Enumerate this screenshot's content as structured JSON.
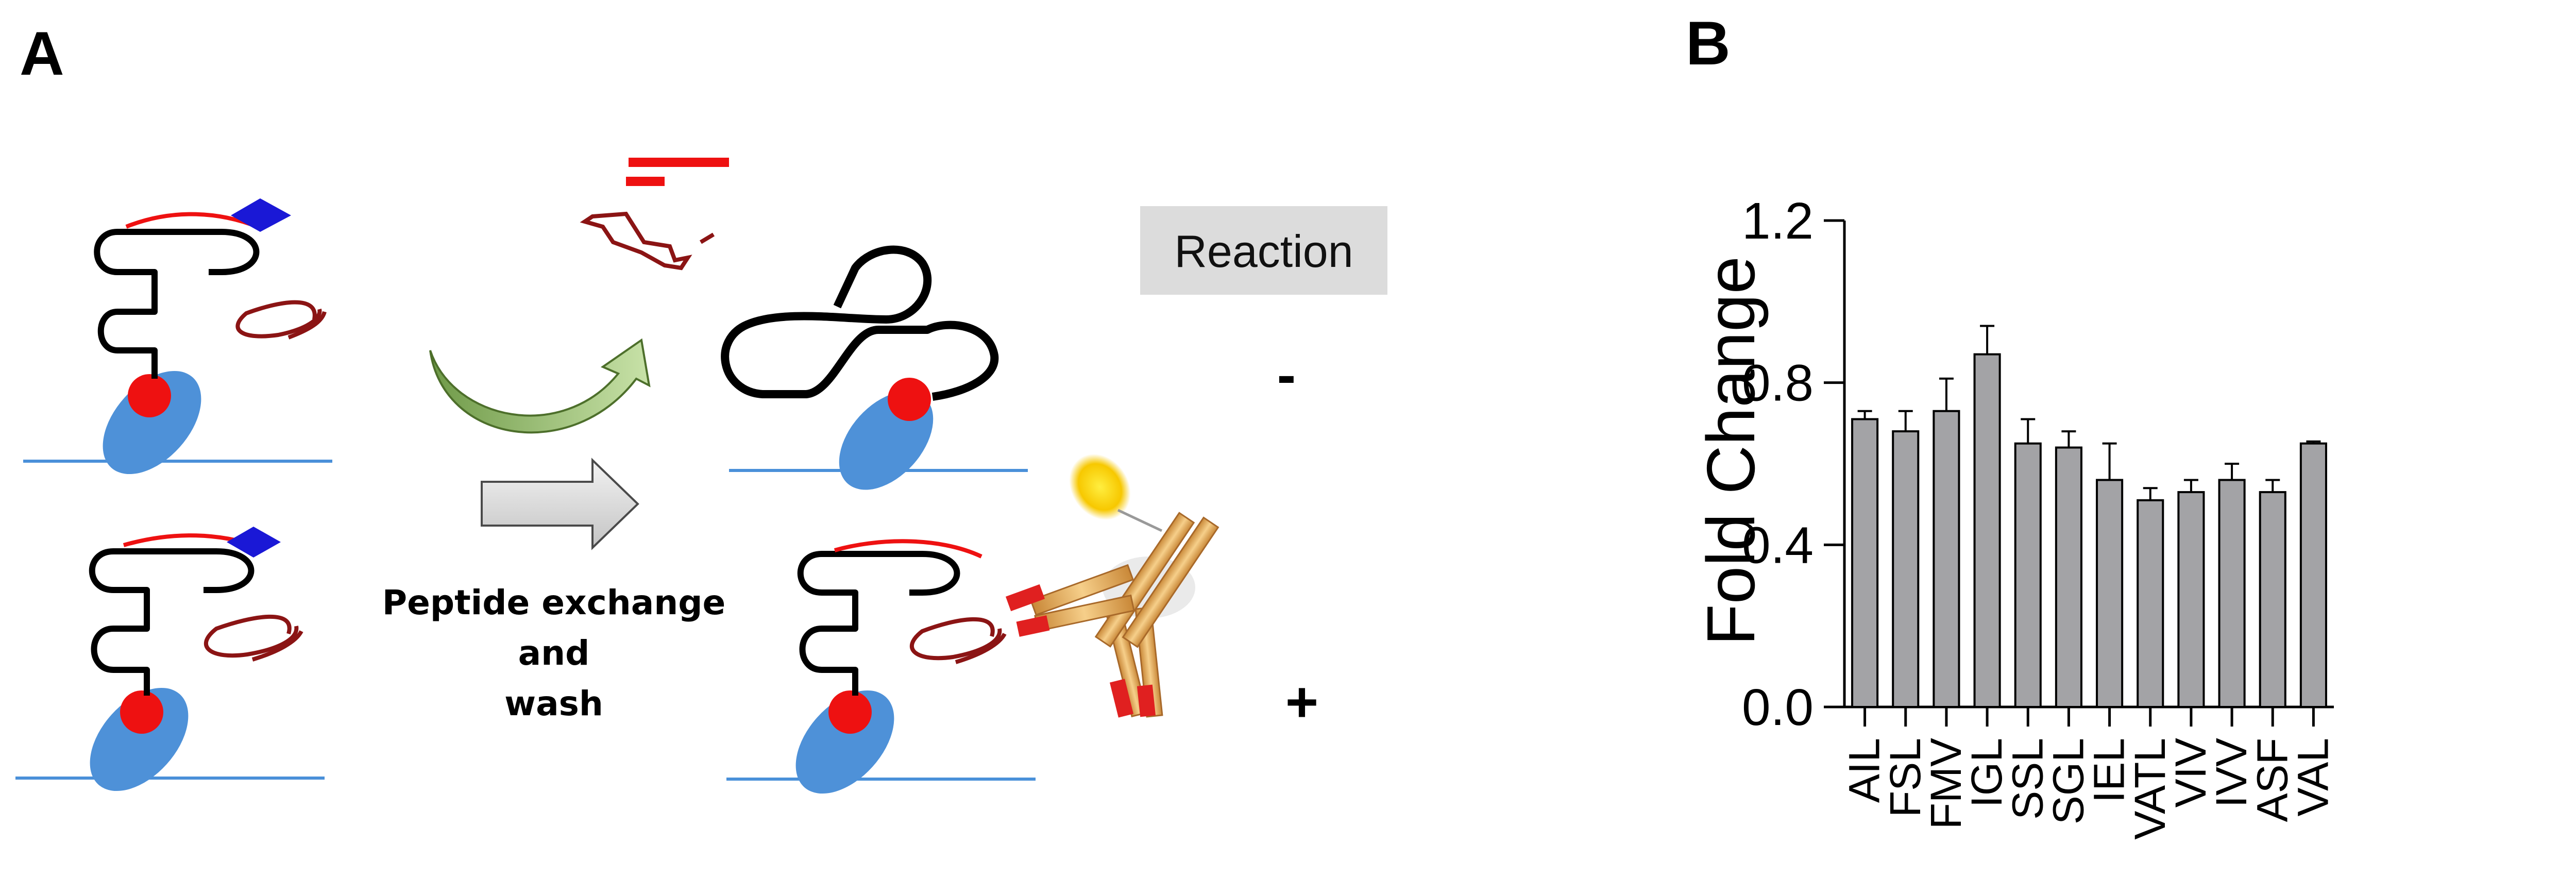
{
  "panel_a": {
    "label": "A",
    "step_text": [
      "Peptide exchange",
      "and",
      "wash"
    ],
    "reaction_header": "Reaction",
    "minus_sign": "-",
    "plus_sign": "+"
  },
  "panel_b": {
    "label": "B"
  },
  "chart_data": {
    "type": "bar",
    "title": "",
    "xlabel": "",
    "ylabel": "Fold Change",
    "categories": [
      "AIL",
      "FSL",
      "FMV",
      "IGL",
      "SSL",
      "SGL",
      "IEL",
      "VATL",
      "VIV",
      "IVV",
      "ASF",
      "VAL"
    ],
    "values": [
      0.71,
      0.68,
      0.73,
      0.87,
      0.65,
      0.64,
      0.56,
      0.51,
      0.53,
      0.56,
      0.53,
      0.65
    ],
    "errors": [
      0.02,
      0.05,
      0.08,
      0.07,
      0.06,
      0.04,
      0.09,
      0.03,
      0.03,
      0.04,
      0.03,
      0.005
    ],
    "ylim": [
      0.0,
      1.2
    ],
    "yticks": [
      "0.0",
      "0.4",
      "0.8",
      "1.2"
    ],
    "bar_color": "#a3a3a6",
    "grid": false
  }
}
